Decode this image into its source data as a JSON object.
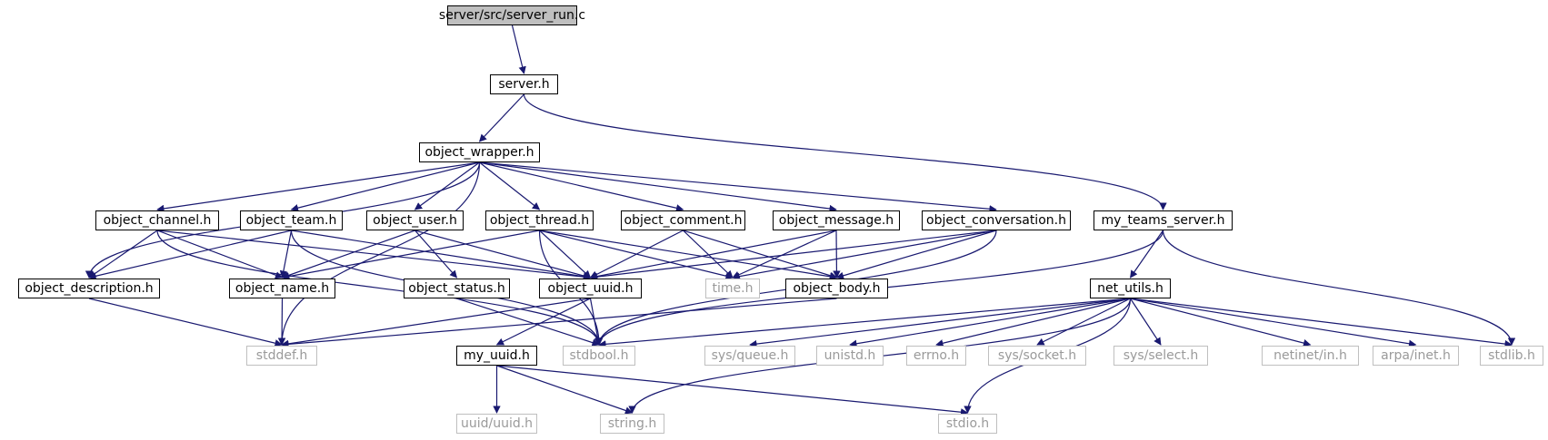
{
  "diagram": {
    "nodes": [
      {
        "id": "server_run",
        "label": "server/src/server_run.c",
        "kind": "root"
      },
      {
        "id": "server_h",
        "label": "server.h",
        "kind": "doc"
      },
      {
        "id": "object_wrapper",
        "label": "object_wrapper.h",
        "kind": "doc"
      },
      {
        "id": "object_channel",
        "label": "object_channel.h",
        "kind": "doc"
      },
      {
        "id": "object_team",
        "label": "object_team.h",
        "kind": "doc"
      },
      {
        "id": "object_user",
        "label": "object_user.h",
        "kind": "doc"
      },
      {
        "id": "object_thread",
        "label": "object_thread.h",
        "kind": "doc"
      },
      {
        "id": "object_comment",
        "label": "object_comment.h",
        "kind": "doc"
      },
      {
        "id": "object_message",
        "label": "object_message.h",
        "kind": "doc"
      },
      {
        "id": "object_conversation",
        "label": "object_conversation.h",
        "kind": "doc"
      },
      {
        "id": "my_teams_server",
        "label": "my_teams_server.h",
        "kind": "doc"
      },
      {
        "id": "object_description",
        "label": "object_description.h",
        "kind": "doc"
      },
      {
        "id": "object_name",
        "label": "object_name.h",
        "kind": "doc"
      },
      {
        "id": "object_status",
        "label": "object_status.h",
        "kind": "doc"
      },
      {
        "id": "object_uuid",
        "label": "object_uuid.h",
        "kind": "doc"
      },
      {
        "id": "time_h",
        "label": "time.h",
        "kind": "ext"
      },
      {
        "id": "object_body",
        "label": "object_body.h",
        "kind": "doc"
      },
      {
        "id": "net_utils",
        "label": "net_utils.h",
        "kind": "doc"
      },
      {
        "id": "stddef_h",
        "label": "stddef.h",
        "kind": "ext"
      },
      {
        "id": "stdbool_h",
        "label": "stdbool.h",
        "kind": "ext"
      },
      {
        "id": "my_uuid",
        "label": "my_uuid.h",
        "kind": "doc"
      },
      {
        "id": "sys_queue",
        "label": "sys/queue.h",
        "kind": "ext"
      },
      {
        "id": "unistd_h",
        "label": "unistd.h",
        "kind": "ext"
      },
      {
        "id": "errno_h",
        "label": "errno.h",
        "kind": "ext"
      },
      {
        "id": "sys_socket",
        "label": "sys/socket.h",
        "kind": "ext"
      },
      {
        "id": "sys_select",
        "label": "sys/select.h",
        "kind": "ext"
      },
      {
        "id": "netinet_in",
        "label": "netinet/in.h",
        "kind": "ext"
      },
      {
        "id": "arpa_inet",
        "label": "arpa/inet.h",
        "kind": "ext"
      },
      {
        "id": "stdlib_h",
        "label": "stdlib.h",
        "kind": "ext"
      },
      {
        "id": "uuid_uuid",
        "label": "uuid/uuid.h",
        "kind": "ext"
      },
      {
        "id": "string_h",
        "label": "string.h",
        "kind": "ext"
      },
      {
        "id": "stdio_h",
        "label": "stdio.h",
        "kind": "ext"
      }
    ],
    "edges": [
      [
        "server_run",
        "server_h"
      ],
      [
        "server_h",
        "object_wrapper"
      ],
      [
        "server_h",
        "my_teams_server"
      ],
      [
        "object_wrapper",
        "object_channel"
      ],
      [
        "object_wrapper",
        "object_team"
      ],
      [
        "object_wrapper",
        "object_user"
      ],
      [
        "object_wrapper",
        "object_thread"
      ],
      [
        "object_wrapper",
        "object_comment"
      ],
      [
        "object_wrapper",
        "object_message"
      ],
      [
        "object_wrapper",
        "object_conversation"
      ],
      [
        "object_wrapper",
        "object_description"
      ],
      [
        "object_wrapper",
        "stddef_h"
      ],
      [
        "object_channel",
        "object_description"
      ],
      [
        "object_channel",
        "object_name"
      ],
      [
        "object_channel",
        "object_uuid"
      ],
      [
        "object_channel",
        "stdbool_h"
      ],
      [
        "object_team",
        "object_description"
      ],
      [
        "object_team",
        "object_name"
      ],
      [
        "object_team",
        "object_uuid"
      ],
      [
        "object_team",
        "stdbool_h"
      ],
      [
        "object_user",
        "object_name"
      ],
      [
        "object_user",
        "object_status"
      ],
      [
        "object_user",
        "object_uuid"
      ],
      [
        "object_thread",
        "object_name"
      ],
      [
        "object_thread",
        "object_uuid"
      ],
      [
        "object_thread",
        "time_h"
      ],
      [
        "object_thread",
        "object_body"
      ],
      [
        "object_thread",
        "stdbool_h"
      ],
      [
        "object_comment",
        "object_uuid"
      ],
      [
        "object_comment",
        "time_h"
      ],
      [
        "object_comment",
        "object_body"
      ],
      [
        "object_message",
        "object_uuid"
      ],
      [
        "object_message",
        "time_h"
      ],
      [
        "object_message",
        "object_body"
      ],
      [
        "object_conversation",
        "object_uuid"
      ],
      [
        "object_conversation",
        "time_h"
      ],
      [
        "object_conversation",
        "object_body"
      ],
      [
        "object_conversation",
        "stdbool_h"
      ],
      [
        "my_teams_server",
        "net_utils"
      ],
      [
        "my_teams_server",
        "stdbool_h"
      ],
      [
        "my_teams_server",
        "stdlib_h"
      ],
      [
        "object_description",
        "stddef_h"
      ],
      [
        "object_name",
        "stddef_h"
      ],
      [
        "object_status",
        "stdbool_h"
      ],
      [
        "object_uuid",
        "stddef_h"
      ],
      [
        "object_uuid",
        "stdbool_h"
      ],
      [
        "object_uuid",
        "my_uuid"
      ],
      [
        "object_body",
        "stddef_h"
      ],
      [
        "net_utils",
        "stdbool_h"
      ],
      [
        "net_utils",
        "sys_queue"
      ],
      [
        "net_utils",
        "unistd_h"
      ],
      [
        "net_utils",
        "errno_h"
      ],
      [
        "net_utils",
        "sys_socket"
      ],
      [
        "net_utils",
        "sys_select"
      ],
      [
        "net_utils",
        "netinet_in"
      ],
      [
        "net_utils",
        "arpa_inet"
      ],
      [
        "net_utils",
        "stdlib_h"
      ],
      [
        "net_utils",
        "string_h"
      ],
      [
        "net_utils",
        "stdio_h"
      ],
      [
        "my_uuid",
        "uuid_uuid"
      ],
      [
        "my_uuid",
        "string_h"
      ],
      [
        "my_uuid",
        "stdio_h"
      ]
    ]
  },
  "colors": {
    "edge": "#191970",
    "root_fill": "#bfbfbf",
    "ext_border": "#bfbfbf",
    "ext_text": "#9a9a9a"
  }
}
